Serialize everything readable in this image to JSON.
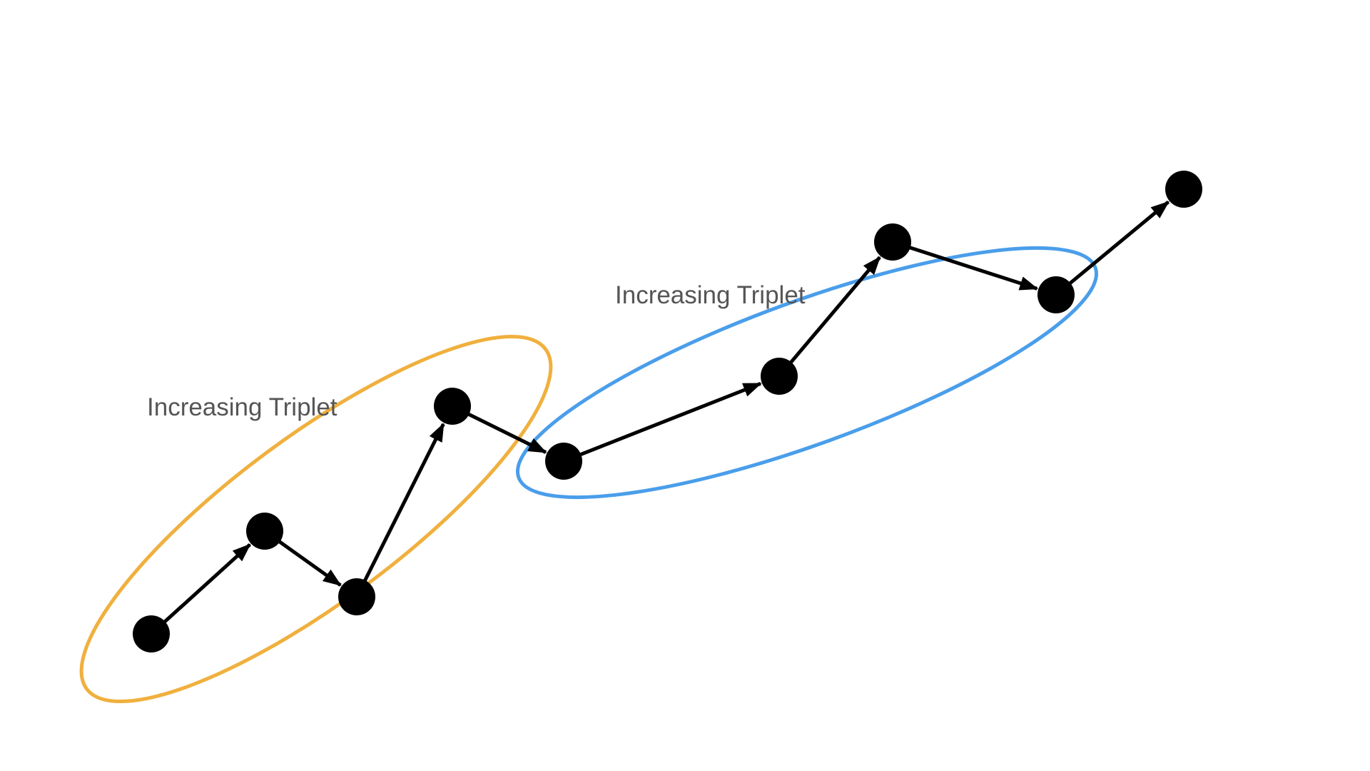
{
  "diagram": {
    "colors": {
      "background": "#ffffff",
      "node": "#000000",
      "edge": "#000000",
      "label": "#555555"
    },
    "nodes": [
      {
        "id": "n1"
      },
      {
        "id": "n2"
      },
      {
        "id": "n3"
      },
      {
        "id": "n4"
      },
      {
        "id": "n5"
      },
      {
        "id": "n6"
      },
      {
        "id": "n7"
      },
      {
        "id": "n8"
      },
      {
        "id": "n9"
      }
    ],
    "edges": [
      {
        "from": "n1",
        "to": "n2"
      },
      {
        "from": "n2",
        "to": "n3"
      },
      {
        "from": "n3",
        "to": "n4"
      },
      {
        "from": "n4",
        "to": "n5"
      },
      {
        "from": "n5",
        "to": "n6"
      },
      {
        "from": "n6",
        "to": "n7"
      },
      {
        "from": "n7",
        "to": "n8"
      },
      {
        "from": "n8",
        "to": "n9"
      }
    ],
    "groups": [
      {
        "label": "Increasing Triplet",
        "color": "#f0b03e"
      },
      {
        "label": "Increasing Triplet",
        "color": "#4a9eea"
      }
    ]
  }
}
